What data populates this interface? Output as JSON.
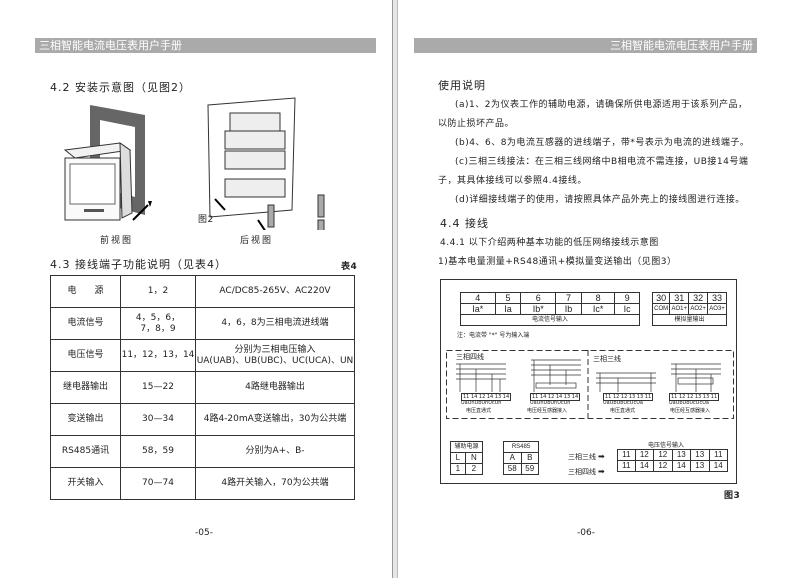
{
  "header_title": "三相智能电流电压表用户手册",
  "left": {
    "sec42_title": "4.2 安装示意图（见图2）",
    "fig2_label": "图2",
    "front_view": "前视图",
    "rear_view": "后视图",
    "sec43_title": "4.3 接线端子功能说明（见表4）",
    "table_label": "表4",
    "table": [
      {
        "name": "电　　源",
        "terminals": "1，2",
        "desc": "AC/DC85-265V、AC220V"
      },
      {
        "name": "电流信号",
        "terminals": "4，5，6，\n7，8，9",
        "desc": "4，6，8为三相电流进线端"
      },
      {
        "name": "电压信号",
        "terminals": "11，12，13，14",
        "desc": "分别为三相电压输入\nUA(UAB)、UB(UBC)、UC(UCA)、UN"
      },
      {
        "name": "继电器输出",
        "terminals": "15—22",
        "desc": "4路继电器输出"
      },
      {
        "name": "变送输出",
        "terminals": "30—34",
        "desc": "4路4-20mA变送输出，30为公共端"
      },
      {
        "name": "RS485通讯",
        "terminals": "58，59",
        "desc": "分别为A+、B-"
      },
      {
        "name": "开关输入",
        "terminals": "70—74",
        "desc": "4路开关输入，70为公共端"
      }
    ],
    "page_number": "-05-"
  },
  "right": {
    "usage_title": "使用说明",
    "lines": [
      "(a)1、2为仪表工作的辅助电源，请确保所供电源适用于该系列产品，",
      "以防止损坏产品。",
      "(b)4、6、8为电流互感器的进线端子，带*号表示为电流的进线端子。",
      "(c)三相三线接法：在三相三线网络中B相电流不需连接，UB接14号端",
      "子，其具体接线可以参照4.4接线。",
      "(d)详细接线端子的使用，请按照具体产品外壳上的接线图进行连接。"
    ],
    "sec44_title": "4.4 接线",
    "sec441": "4.4.1 以下介绍两种基本功能的低压网络接线示意图",
    "item1": "1)基本电量测量+RS48通讯+模拟量变送输出（见图3）",
    "diagram": {
      "current_terms": [
        "4",
        "5",
        "6",
        "7",
        "8",
        "9"
      ],
      "current_names": [
        "Ia*",
        "Ia",
        "Ib*",
        "Ib",
        "Ic*",
        "Ic"
      ],
      "current_caption": "电流信号输入",
      "analog_terms": [
        "30",
        "31",
        "32",
        "33"
      ],
      "analog_names": [
        "COM",
        "AO1+",
        "AO2+",
        "AO3+"
      ],
      "analog_caption": "模拟量输出",
      "note": "注：电流带 \"*\" 号为输入端",
      "four_wire_title": "三相四线",
      "three_wire_title": "三相三线",
      "phases4": [
        "A",
        "B",
        "C",
        "N"
      ],
      "phases3": [
        "A",
        "B",
        "C"
      ],
      "t4_terms": "11 14 12 14 13 14",
      "t4_names": "UaUnUbUnUcUn",
      "t3_terms": "11 12 12 13 13 11",
      "t3_names": "UaUbUbUcUcUa",
      "direct": "电压直通式",
      "via_pt": "电压经互感器接入",
      "aux_power": {
        "title": "辅助电源",
        "names": [
          "L",
          "N"
        ],
        "terms": [
          "1",
          "2"
        ]
      },
      "rs485": {
        "title": "RS485",
        "names": [
          "A",
          "B"
        ],
        "terms": [
          "58",
          "59"
        ]
      },
      "voltage_caption": "电压信号输入",
      "row3_label": "三相三线",
      "row3": [
        "11",
        "12",
        "12",
        "13",
        "13",
        "11"
      ],
      "row4_label": "三相四线",
      "row4": [
        "11",
        "14",
        "12",
        "14",
        "13",
        "14"
      ]
    },
    "fig3_label": "图3",
    "page_number": "-06-"
  }
}
